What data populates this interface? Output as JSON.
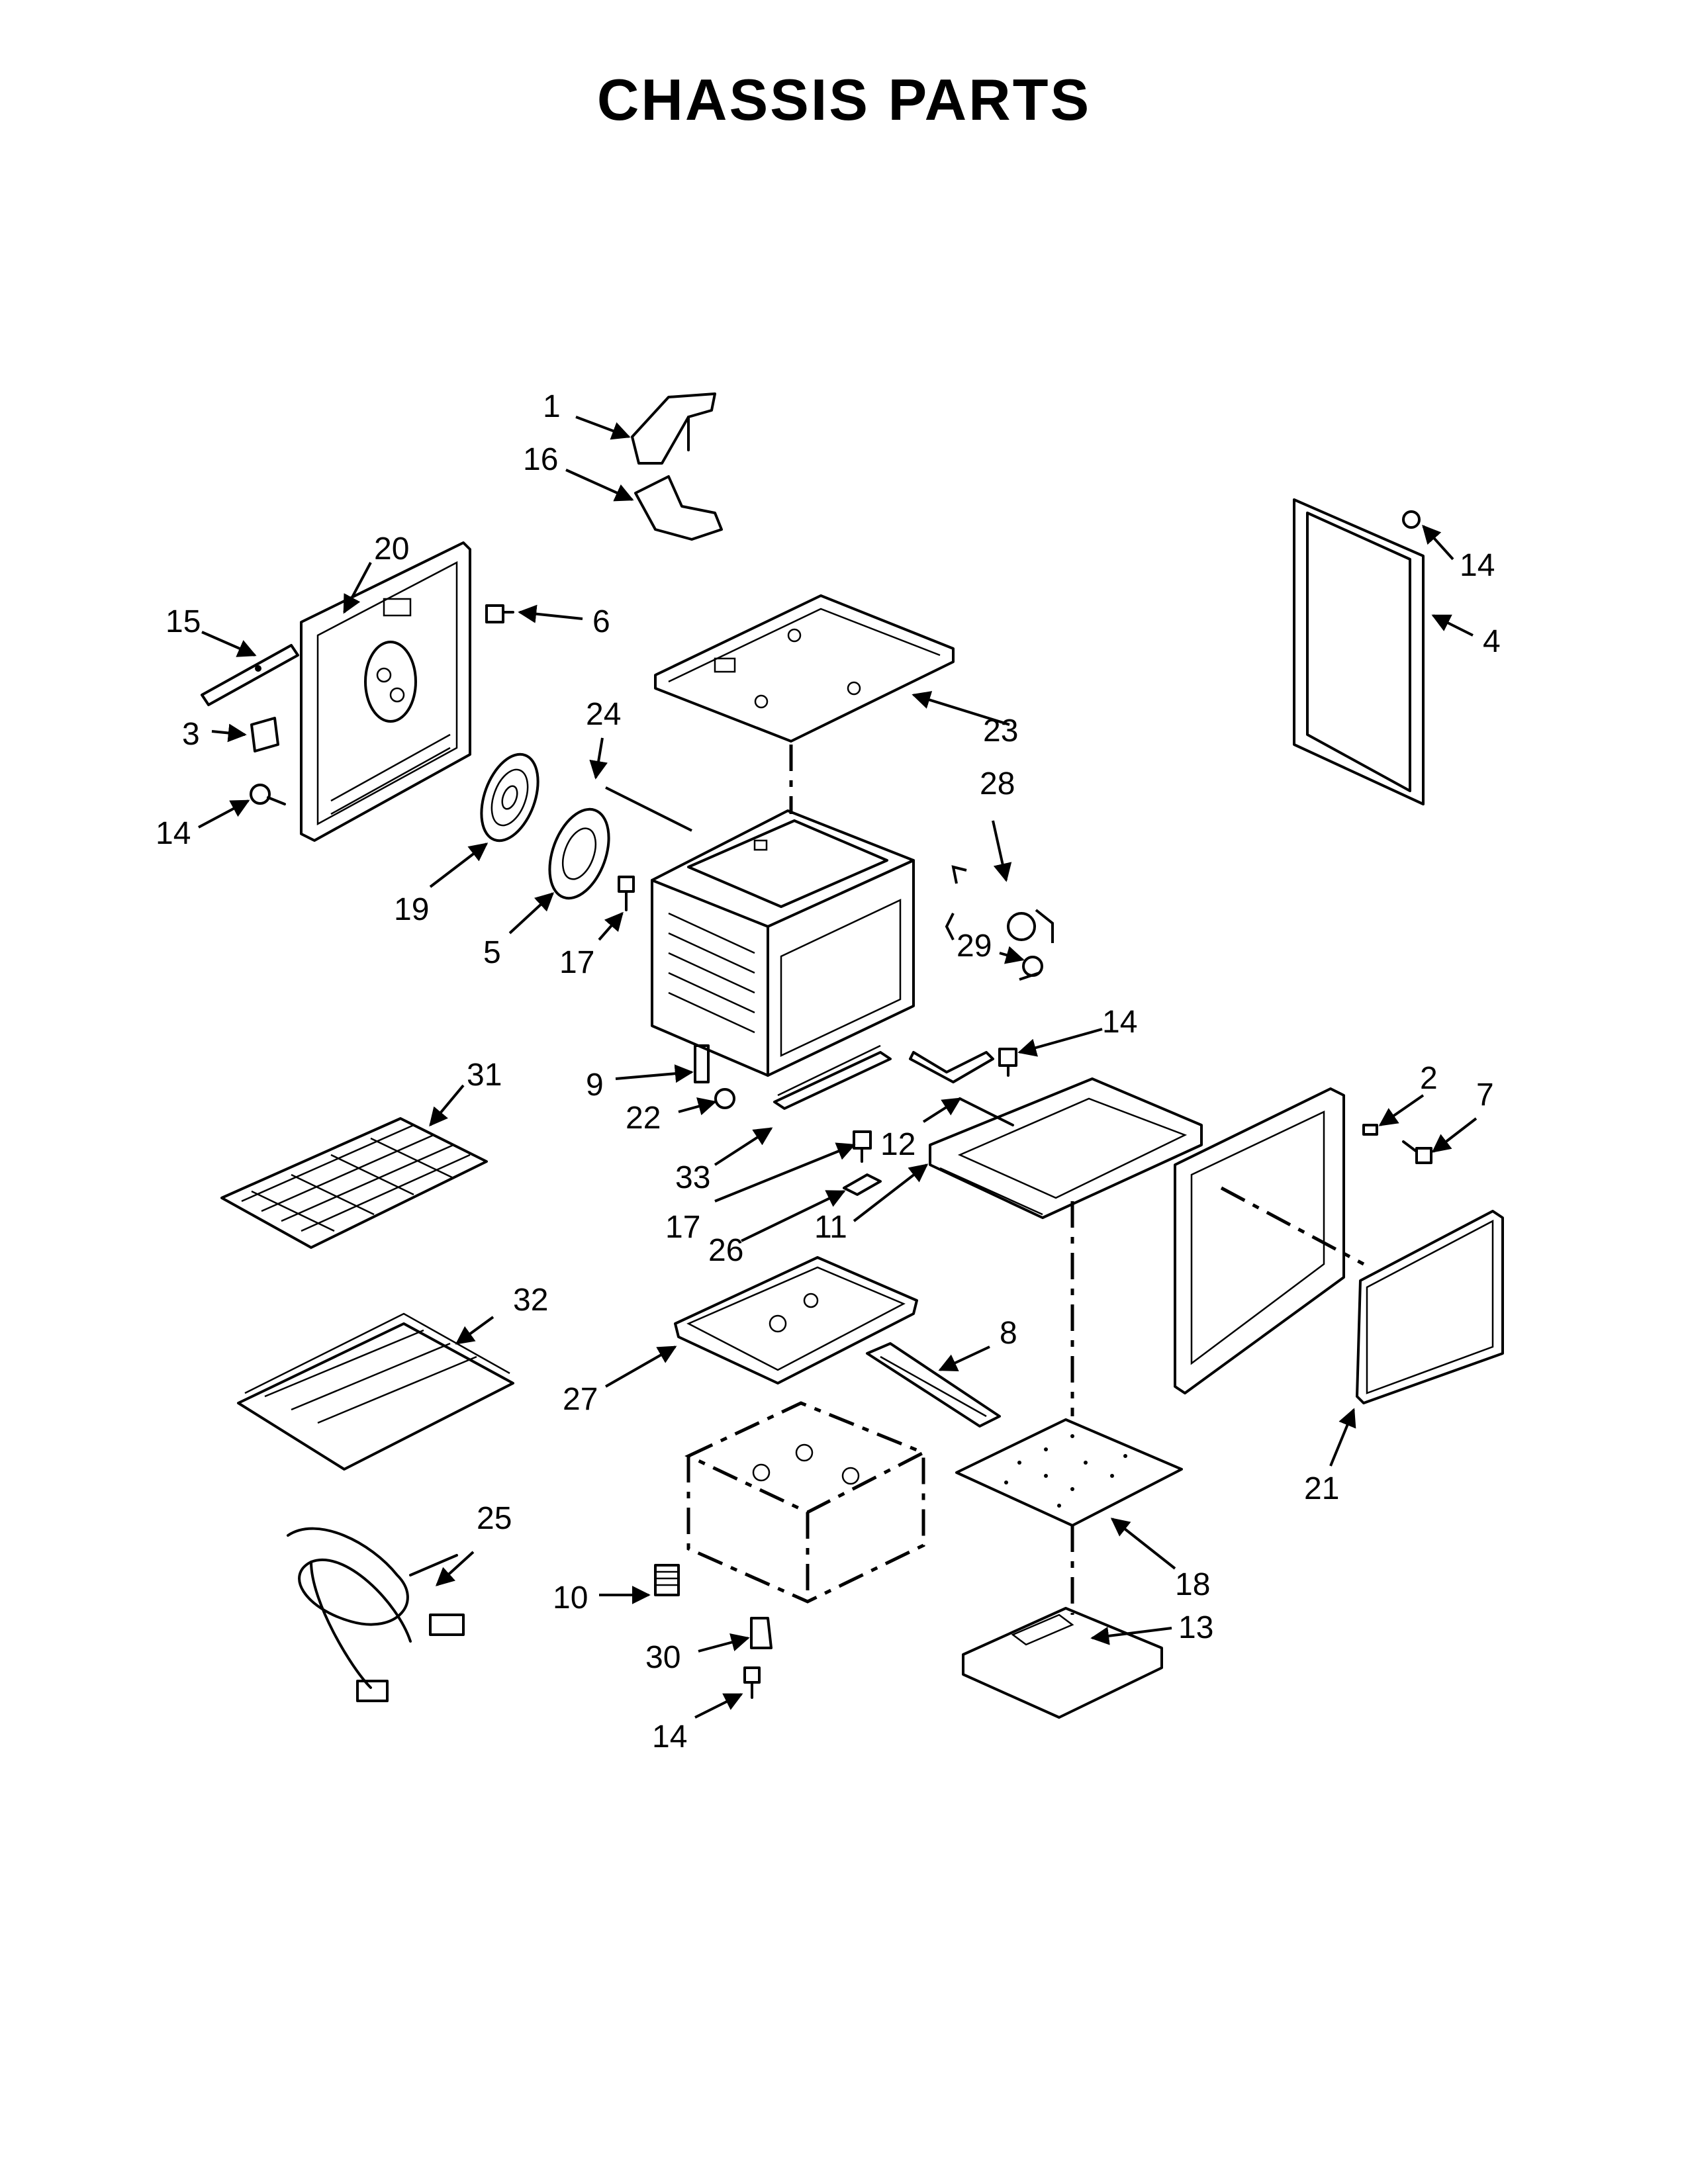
{
  "title": "CHASSIS PARTS",
  "callouts": [
    {
      "id": "c1",
      "label": "1"
    },
    {
      "id": "c16",
      "label": "16"
    },
    {
      "id": "c20",
      "label": "20"
    },
    {
      "id": "c15",
      "label": "15"
    },
    {
      "id": "c6",
      "label": "6"
    },
    {
      "id": "c3",
      "label": "3"
    },
    {
      "id": "c14a",
      "label": "14"
    },
    {
      "id": "c19",
      "label": "19"
    },
    {
      "id": "c5",
      "label": "5"
    },
    {
      "id": "c17a",
      "label": "17"
    },
    {
      "id": "c24",
      "label": "24"
    },
    {
      "id": "c23",
      "label": "23"
    },
    {
      "id": "c28",
      "label": "28"
    },
    {
      "id": "c29",
      "label": "29"
    },
    {
      "id": "c14b",
      "label": "14"
    },
    {
      "id": "c14c",
      "label": "14"
    },
    {
      "id": "c4",
      "label": "4"
    },
    {
      "id": "c2",
      "label": "2"
    },
    {
      "id": "c7",
      "label": "7"
    },
    {
      "id": "c31",
      "label": "31"
    },
    {
      "id": "c9",
      "label": "9"
    },
    {
      "id": "c22",
      "label": "22"
    },
    {
      "id": "c33",
      "label": "33"
    },
    {
      "id": "c12",
      "label": "12"
    },
    {
      "id": "c17b",
      "label": "17"
    },
    {
      "id": "c26",
      "label": "26"
    },
    {
      "id": "c11",
      "label": "11"
    },
    {
      "id": "c32",
      "label": "32"
    },
    {
      "id": "c27",
      "label": "27"
    },
    {
      "id": "c8",
      "label": "8"
    },
    {
      "id": "c21",
      "label": "21"
    },
    {
      "id": "c18",
      "label": "18"
    },
    {
      "id": "c25",
      "label": "25"
    },
    {
      "id": "c10",
      "label": "10"
    },
    {
      "id": "c30",
      "label": "30"
    },
    {
      "id": "c13",
      "label": "13"
    },
    {
      "id": "c14d",
      "label": "14"
    }
  ]
}
